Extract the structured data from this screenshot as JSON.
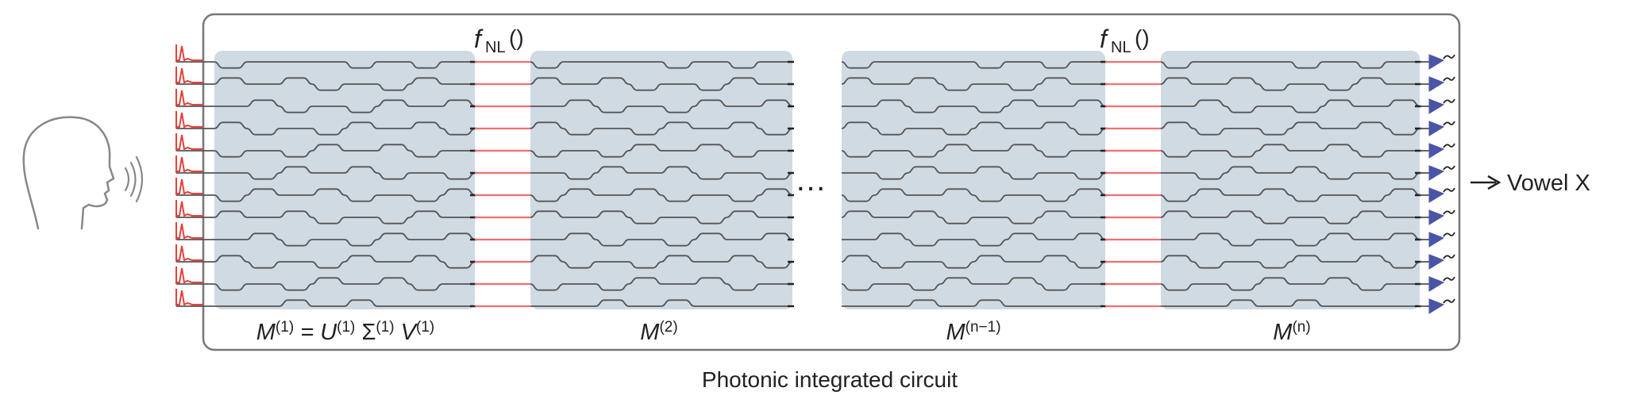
{
  "diagram": {
    "caption": "Photonic integrated circuit",
    "output_label": "Vowel X",
    "ellipsis": "…",
    "nonlinear_label": {
      "f": "f",
      "sub": "NL",
      "parens": "()"
    },
    "matrix_labels": [
      {
        "prefix": "M",
        "sup": "(1)",
        "rest": " = U",
        "rest_sup": "(1)",
        "sigma": " Σ",
        "sigma_sup": "(1)",
        "v": " V",
        "v_sup": "(1)"
      },
      {
        "prefix": "M",
        "sup": "(2)"
      },
      {
        "prefix": "M",
        "sup": "(n−1)"
      },
      {
        "prefix": "M",
        "sup": "(n)"
      }
    ],
    "num_waveguides": 12,
    "icons": [
      "speaker-head-icon",
      "sound-waves-icon",
      "input-pulse-icon",
      "photodetector-icon"
    ],
    "colors": {
      "block_fill": "#cfdae3",
      "frame": "#777777",
      "waveguide": "#555555",
      "nonlinear": "#f07070",
      "pulse": "#e8403a",
      "detector": "#4a55a8"
    }
  }
}
